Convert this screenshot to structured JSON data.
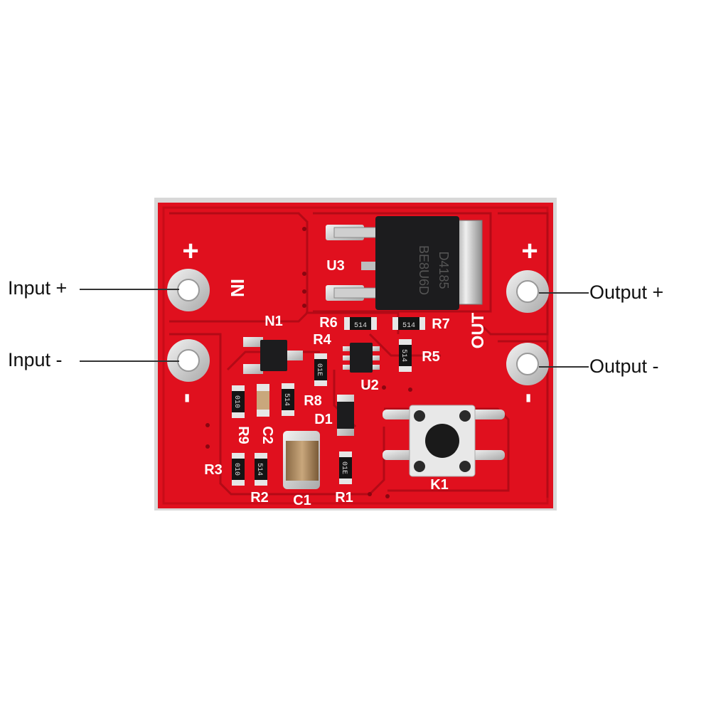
{
  "callouts": {
    "input_plus": "Input +",
    "input_minus": "Input -",
    "output_plus": "Output +",
    "output_minus": "Output -"
  },
  "silkscreen": {
    "plus_left": "+",
    "plus_right": "+",
    "minus_left": "-",
    "minus_right": "-",
    "in": "IN",
    "out": "OUT",
    "u3": "U3",
    "u3_marking_1": "D4185",
    "u3_marking_2": "BE8U6D",
    "r6": "R6",
    "r7": "R7",
    "n1": "N1",
    "r4": "R4",
    "r5": "R5",
    "u2": "U2",
    "r8": "R8",
    "d1": "D1",
    "r9": "R9",
    "c2": "C2",
    "r3": "R3",
    "r2": "R2",
    "c1": "C1",
    "r1": "R1",
    "k1": "K1"
  },
  "resistor_codes": {
    "r6": "514",
    "r7": "514",
    "r4": "01E",
    "r5": "514",
    "r8": "514",
    "r_left": "010",
    "r9": "010",
    "r3": "010",
    "r2": "514",
    "r1": "01E"
  },
  "colors": {
    "board": "#e0101e",
    "board_trace": "#c80c18",
    "silkscreen": "#ffffff",
    "pad": "#d9d9d9",
    "chip": "#1c1c1e",
    "background": "#ffffff"
  }
}
